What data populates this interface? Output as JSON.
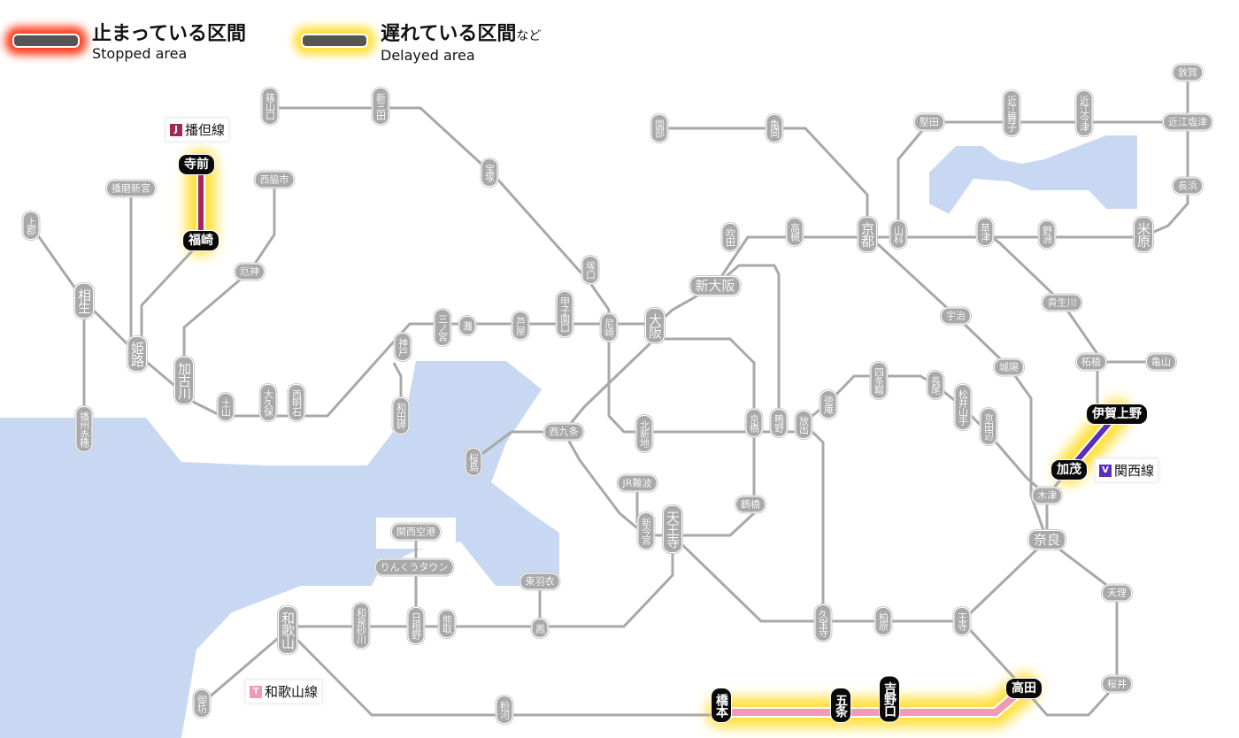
{
  "legend": {
    "stopped_jp": "止まっている区間",
    "stopped_en": "Stopped area",
    "delayed_jp": "遅れている区間",
    "delayed_suffix": "など",
    "delayed_en": "Delayed area"
  },
  "colors": {
    "stopped_glow": "#ff3b1a",
    "delayed_glow": "#ffe03a",
    "bantan": "#a0285a",
    "kansai": "#5a2eb8",
    "wakayama": "#f09ab4",
    "water": "#c9d8f2",
    "track": "#a8a8a8"
  },
  "line_tags": {
    "bantan": {
      "badge": "J",
      "name": "播但線"
    },
    "kansai": {
      "badge": "V",
      "name": "関西線"
    },
    "wakayama": {
      "badge": "T",
      "name": "和歌山線"
    }
  },
  "stations": {
    "sasayamaguchi": "篠山口",
    "shinsanda": "新三田",
    "takarazuka": "宝塚",
    "tsukaguchi": "塚口",
    "amagasaki": "尼崎",
    "koshienguchi": "甲子園口",
    "ashiya": "芦屋",
    "nada": "灘",
    "sannomiya": "三ノ宮",
    "kobe": "神戸",
    "wadamisaki": "和田岬",
    "nishiakashi": "西明石",
    "okubo": "大久保",
    "tsuchiyama": "土山",
    "kakogawa": "加古川",
    "himeji": "姫路",
    "aioi": "相生",
    "kamigori": "上郡",
    "banshuako": "播州赤穂",
    "harimashingu": "播磨新宮",
    "fukusaki": "福崎",
    "teramae": "寺前",
    "nishiwakishi": "西脇市",
    "yakujin": "厄神",
    "osaka": "大阪",
    "shinosaka": "新大阪",
    "suita": "吹田",
    "takatsuki": "高槻",
    "kyoto": "京都",
    "yamashina": "山科",
    "sonobe": "園部",
    "kameoka": "亀岡",
    "katata": "堅田",
    "omimaiko": "近江舞子",
    "omiimazu": "近江今津",
    "omishiotsu": "近江塩津",
    "tsuruga": "敦賀",
    "nagahama": "長浜",
    "maibara": "米原",
    "yasu": "野洲",
    "kusatsu": "草津",
    "uji": "宇治",
    "kibukawa": "貴生川",
    "tsuge": "柘植",
    "kameyama": "亀山",
    "igaueno": "伊賀上野",
    "kamo": "加茂",
    "joyo": "城陽",
    "kyotanabe": "京田辺",
    "matsuiyamate": "松井山手",
    "nagao": "長尾",
    "shijonawate": "四条畷",
    "tokuan": "徳庵",
    "hanaten": "放出",
    "shigino": "鴫野",
    "kyobashi": "京橋",
    "kitashinchi": "北新地",
    "nishikujo": "西九条",
    "sakurajima": "桜島",
    "jrnamba": "JR難波",
    "shinimamiya": "新今宮",
    "tennoji": "天王寺",
    "tsuruhashi": "鶴橋",
    "kizu": "木津",
    "nara": "奈良",
    "tenri": "天理",
    "sakurai": "桜井",
    "oji": "王寺",
    "kashiwara": "柏原",
    "kyuhoji": "久宝寺",
    "higashihagoromo": "東羽衣",
    "otori": "鳳",
    "kumatori": "熊取",
    "hineno": "日根野",
    "izumisunagawa": "和泉砂川",
    "rinkutown": "りんくうタウン",
    "kansaiairport": "関西空港",
    "wakayama": "和歌山",
    "gobo": "御坊",
    "kokawa": "粉河",
    "hashimoto": "橋本",
    "gojo": "五条",
    "yoshinoguchi": "吉野口",
    "takada": "高田"
  }
}
